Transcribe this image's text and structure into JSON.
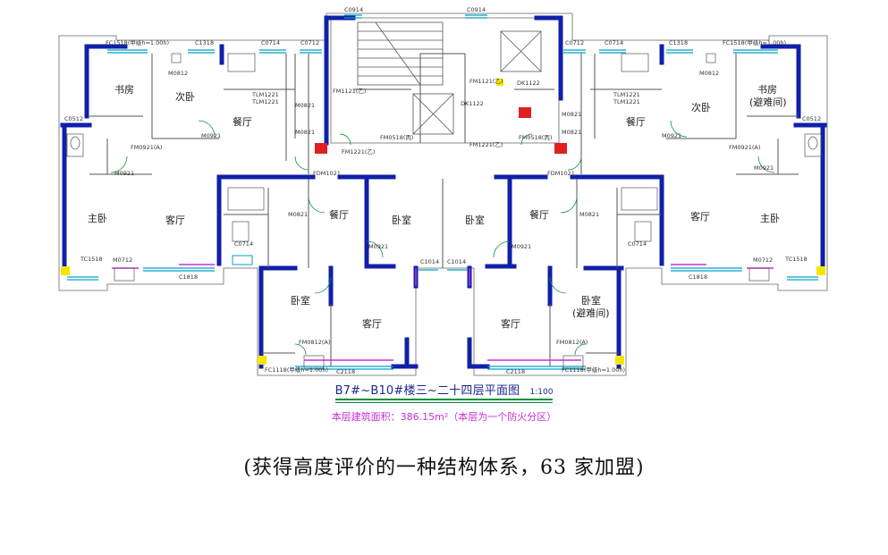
{
  "plan": {
    "rooms": {
      "study_l": "书房",
      "bed2_l": "次卧",
      "dining_tl": "餐厅",
      "master_l": "主卧",
      "living_l": "客厅",
      "dining_cl": "餐厅",
      "bed_cl": "卧室",
      "bed_cr": "卧室",
      "dining_cr": "餐厅",
      "living_r": "客厅",
      "master_r": "主卧",
      "dining_tr": "餐厅",
      "bed2_r": "次卧",
      "study_r": "书房",
      "study_r_note": "(避难间)",
      "bed_bl": "卧室",
      "living_bl": "客厅",
      "living_br": "客厅",
      "bed_br": "卧室",
      "bed_br_note": "(避难间)"
    },
    "codes": {
      "c0914_a": "C0914",
      "c0914_b": "C0914",
      "fc1518_l": "FC1518(甲级h=1.00h)",
      "c1318_l": "C1318",
      "c0714_tl": "C0714",
      "c0712_tl": "C0712",
      "c0712_tr": "C0712",
      "c0714_tr": "C0714",
      "c1318_r": "C1318",
      "fc1518_r": "FC1518(甲级h=1.00h)",
      "m0812_l": "M0812",
      "m0812_r": "M0812",
      "tlm1221_l": "TLM1221",
      "tlm1221_r": "TLM1221",
      "m0821_a": "M0821",
      "m0821_b": "M0821",
      "m0821_c": "M0821",
      "m0821_d": "M0821",
      "fm1121_a": "FM1121(乙)",
      "fm1121_b": "FM1121(乙)",
      "dk1122": "DK1122",
      "dk1122_b": "DK1122",
      "fm0518_a": "FM0518(丙)",
      "fm0518_b": "FM0518(丙)",
      "fm1221_a": "FM1221(乙)",
      "fm1221_b": "FM1221(乙)",
      "c0512_l": "C0512",
      "c0512_r": "C0512",
      "m0921_a": "M0921",
      "m0921_b": "M0921",
      "fm0921_a": "FM0921(A)",
      "fm0921_b": "FM0921(A)",
      "m0921_c": "M0921",
      "m0921_d": "M0921",
      "ydm1021_a": "FDM1021",
      "ydm1021_b": "FDM1021",
      "m0821_e": "M0821",
      "m0821_f": "M0821",
      "c0714_cl": "C0714",
      "c0714_cr": "C0714",
      "tc1518_l": "TC1518",
      "tc1518_r": "TC1518",
      "m0712_l": "M0712",
      "m0712_r": "M0712",
      "c1818_l": "C1818",
      "c1818_r": "C1818",
      "c1014_a": "C1014",
      "c1014_b": "C1014",
      "m0921_e": "M0921",
      "m0921_f": "M0921",
      "fm0812_a": "FM0812(A)",
      "fm0812_b": "FM0812(A)",
      "fc1118_l": "FC1118(甲级h=1.00h)",
      "fc1118_r": "FC1118(甲级h=1.00h)",
      "c2118_l": "C2118",
      "c2118_r": "C2118",
      "tlm1221_c": "TLM1221",
      "tlm1221_d": "TLM1221"
    }
  },
  "title": {
    "main": "B7#~B10#楼三~二十四层平面图",
    "scale": "1:100",
    "area": "本层建筑面积：386.15m²（本层为一个防火分区）"
  },
  "caption": "(获得高度评价的一种结构体系，63 家加盟)",
  "colors": {
    "wall": "#1020a8",
    "thin_line": "#555555",
    "window": "#00a0c8",
    "accent_magenta": "#c82fd6",
    "door_red": "#e02020",
    "column_yellow": "#f5e600",
    "title_blue": "#1a2a8c",
    "underline_green": "#0a8f3a"
  }
}
